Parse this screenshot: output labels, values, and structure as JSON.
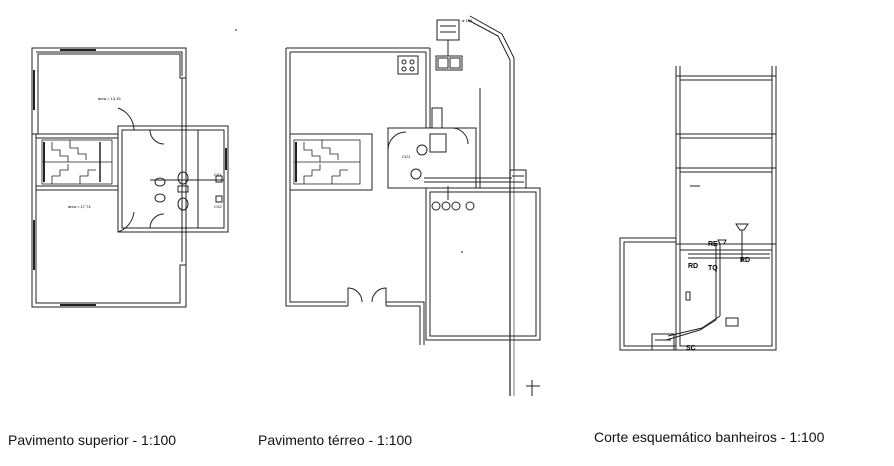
{
  "captions": {
    "upper_floor": "Pavimento superior - 1:100",
    "ground_floor": "Pavimento térreo - 1:100",
    "section": "Corte esquemático banheiros - 1:100"
  },
  "section_labels": {
    "rd_left": "RD",
    "rd_right": "RD",
    "re": "RE",
    "tq": "TQ",
    "sc": "SC"
  }
}
